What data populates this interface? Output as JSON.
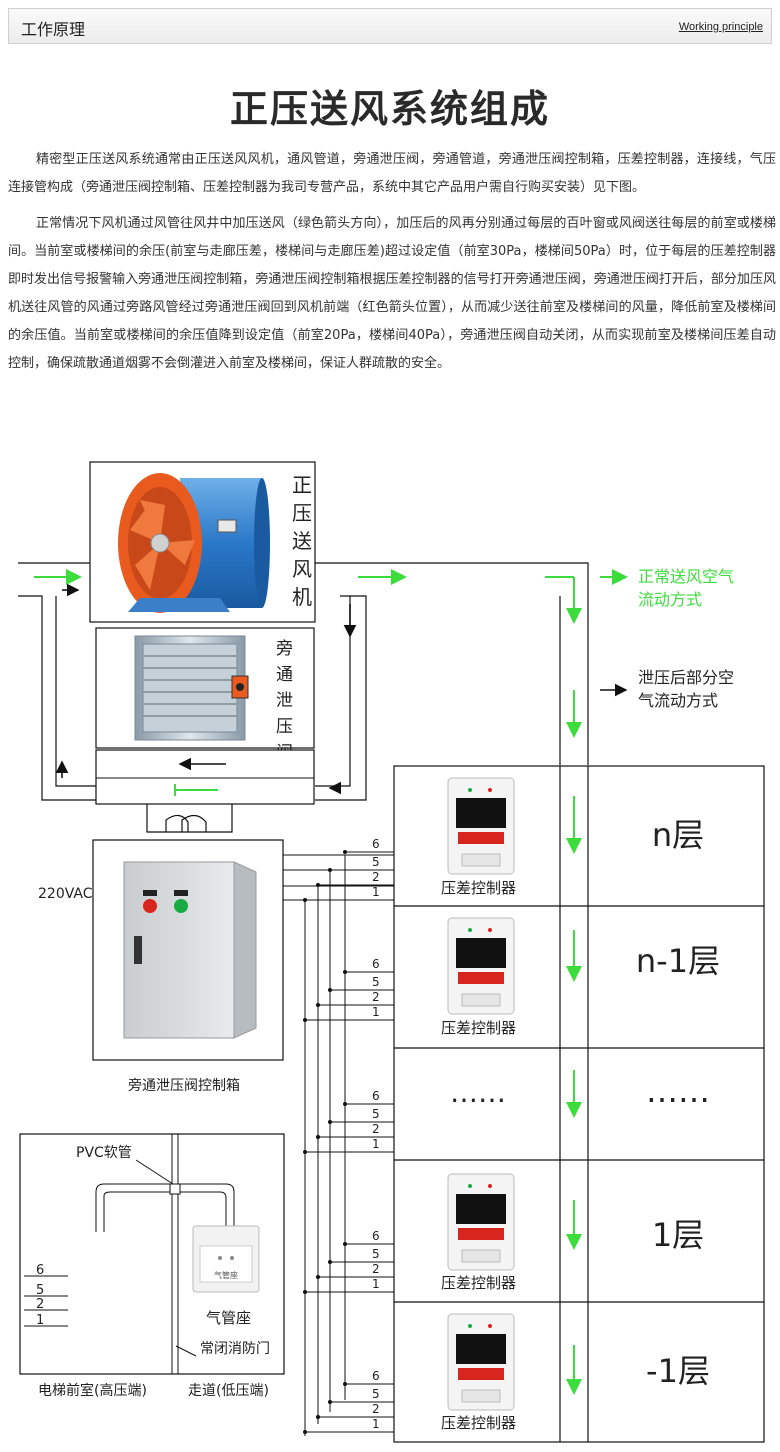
{
  "header": {
    "title": "工作原理",
    "subtitle_en": "Working principle"
  },
  "main_title": "正压送风系统组成",
  "paragraphs": [
    "精密型正压送风系统通常由正压送风风机，通风管道，旁通泄压阀，旁通管道，旁通泄压阀控制箱，压差控制器，连接线，气压连接管构成（旁通泄压阀控制箱、压差控制器为我司专营产品，系统中其它产品用户需自行购买安装）见下图。",
    "正常情况下风机通过风管往风井中加压送风（绿色箭头方向），加压后的风再分别通过每层的百叶窗或风阀送往每层的前室或楼梯间。当前室或楼梯间的余压(前室与走廊压差，楼梯间与走廊压差)超过设定值（前室30Pa，楼梯间50Pa）时，位于每层的压差控制器即时发出信号报警输入旁通泄压阀控制箱，旁通泄压阀控制箱根据压差控制器的信号打开旁通泄压阀，旁通泄压阀打开后，部分加压风机送往风管的风通过旁路风管经过旁通泄压阀回到风机前端（红色箭头位置），从而减少送往前室及楼梯间的风量，降低前室及楼梯间的余压值。当前室或楼梯间的余压值降到设定值（前室20Pa，楼梯间40Pa），旁通泄压阀自动关闭，从而实现前室及楼梯间压差自动控制，确保疏散通道烟雾不会倒灌进入前室及楼梯间，保证人群疏散的安全。"
  ],
  "diagram": {
    "fan_label": [
      "正",
      "压",
      "送",
      "风",
      "机"
    ],
    "valve_label": [
      "旁",
      "通",
      "泄",
      "压",
      "阀"
    ],
    "legend_green_1": "正常送风空气",
    "legend_green_2": "流动方式",
    "legend_black_1": "泄压后部分空",
    "legend_black_2": "气流动方式",
    "power_label": "220VAC",
    "control_box_label": "旁通泄压阀控制箱",
    "controller_label": "压差控制器",
    "wire_numbers": [
      "6",
      "5",
      "2",
      "1"
    ],
    "floors": [
      "n层",
      "n-1层",
      "……",
      "1层",
      "-1层"
    ],
    "ellipsis": "……",
    "pvc_label": "PVC软管",
    "air_base_label": "气管座",
    "fire_door_label": "常闭消防门",
    "front_room_label": "电梯前室(高压端)",
    "corridor_label": "走道(低压端)",
    "air_base_plate_text": "气管座",
    "colors": {
      "green": "#3ddc3d",
      "orange": "#e85a1e",
      "black": "#111111"
    }
  }
}
